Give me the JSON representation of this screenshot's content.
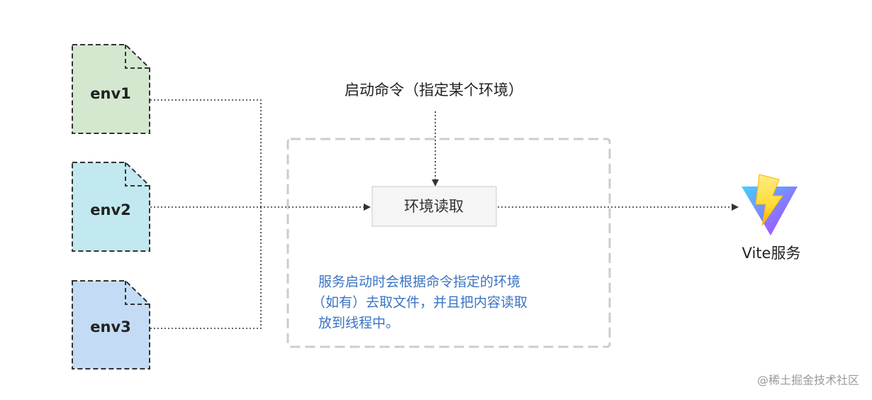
{
  "files": [
    {
      "label": "env1",
      "fill": "#d3e8cf"
    },
    {
      "label": "env2",
      "fill": "#c1e9ef"
    },
    {
      "label": "env3",
      "fill": "#c3dbf5"
    }
  ],
  "command": {
    "label": "启动命令（指定某个环境）"
  },
  "process": {
    "label": "环境读取"
  },
  "service": {
    "label": "Vite服务",
    "icon": "vite-logo-icon"
  },
  "note": {
    "lines": [
      "服务启动时会根据命令指定的环境",
      "（如有）去取文件，并且把内容读取",
      "放到线程中。"
    ],
    "color": "#3a74c4"
  },
  "watermark": "@稀土掘金技术社区",
  "colors": {
    "line": "#333333",
    "dashed_border": "#cccccc",
    "process_fill": "#f5f5f5",
    "process_border": "#d2d2d2"
  }
}
